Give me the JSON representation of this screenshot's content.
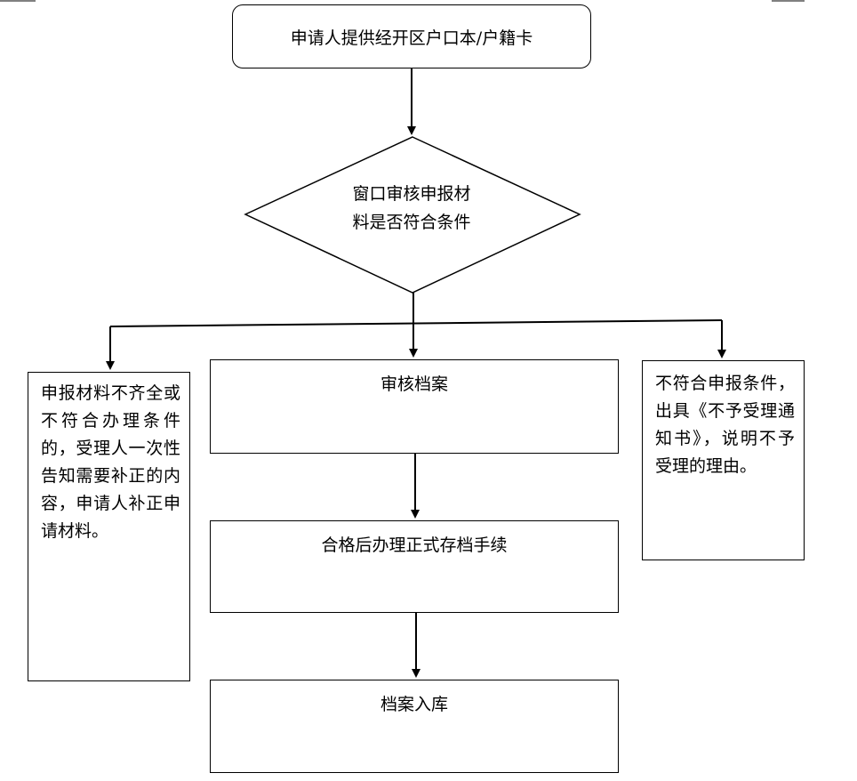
{
  "flowchart": {
    "start": "申请人提供经开区户口本/户籍卡",
    "decision_line1": "窗口审核申报材",
    "decision_line2": "料是否符合条件",
    "left_box": "申报材料不齐全或不符合办理条件的，受理人一次性告知需要补正的内容，申请人补正申请材料。",
    "right_box": "不符合申报条件，出具《不予受理通知书》，说明不予受理的理由。",
    "step1": "审核档案",
    "step2": "合格后办理正式存档手续",
    "step3": "档案入库"
  }
}
